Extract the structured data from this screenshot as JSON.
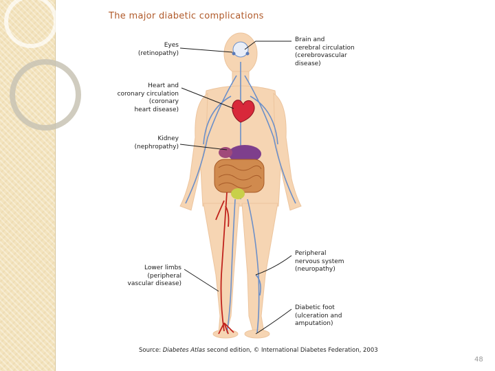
{
  "title": "The major diabetic complications",
  "labels": {
    "eyes": [
      "Eyes",
      "(retinopathy)"
    ],
    "brain": [
      "Brain and",
      "cerebral circulation",
      "(cerebrovascular",
      "disease)"
    ],
    "heart": [
      "Heart and",
      "coronary circulation",
      "(coronary",
      "heart disease)"
    ],
    "kidney": [
      "Kidney",
      "(nephropathy)"
    ],
    "peripheral_nervous": [
      "Peripheral",
      "nervous system",
      "(neuropathy)"
    ],
    "lower_limbs": [
      "Lower limbs",
      "(peripheral",
      "vascular disease)"
    ],
    "diabetic_foot": [
      "Diabetic foot",
      "(ulceration and",
      "amputation)"
    ]
  },
  "source": {
    "prefix": "Source: ",
    "italic": "Diabetes Atlas",
    "suffix": " second edition, © International Diabetes Federation, 2003"
  },
  "page_number": "48",
  "colors": {
    "title": "#b05a2a",
    "skin": "#f6d5b3",
    "nerve": "#6b8fc9",
    "artery": "#c0221c",
    "heart": "#d8283a",
    "kidney": "#7e3f8c",
    "intestine": "#d08a4e"
  }
}
